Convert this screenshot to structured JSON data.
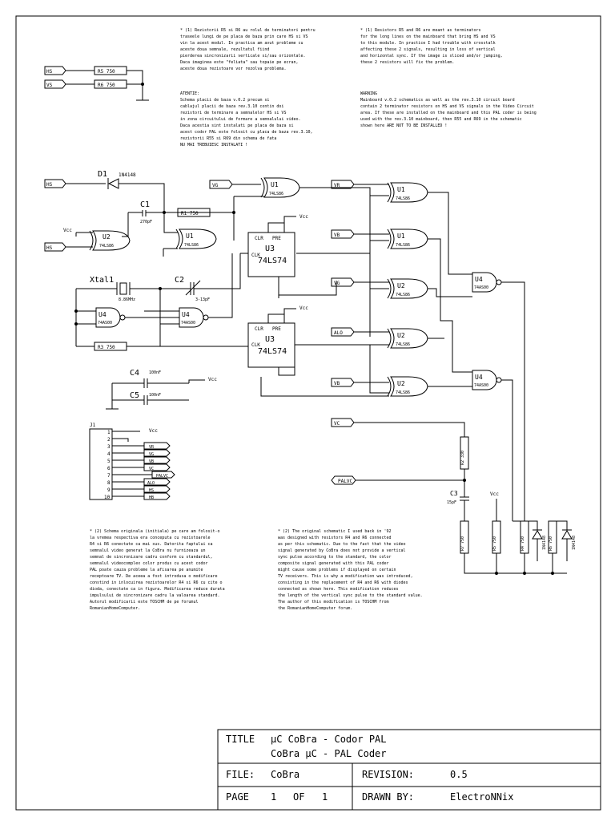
{
  "notes": {
    "ro_1": [
      "* (1) Rezistorii R5 si R6 au rolul de terminatori pentru",
      "traseele lungi de pe placa de baza prin care HS si VS",
      "vin la acest modul. In practica am avut probleme cu",
      "aceste doua semnale, rezultatul fiind",
      "pierderea sincronizarii verticale si/sau orizontale.",
      "   Daca imaginea este \"feliata\" sau topaie pe ecran,",
      "aceste doua rezistoare vor rezolva problema."
    ],
    "ro_warning": [
      "ATENTIE:",
      "Schema placii de baza v.0.2 precum si",
      "cablajul placii de baza rev.3.10 contin doi",
      "rezistori de terminare a semnalelor HS si VS",
      "in zona circuitului de formare a semnalului video.",
      "Daca acestia sint instalati pe placa de baza si",
      "acest codor PAL este folosit cu placa de baza rev.3.10,",
      "rezistorii R55 si R69 din schema de fata",
      "NU MAI TREBUIESC INSTALATI !"
    ],
    "en_1": [
      "* (1) Resistors R5 and R6 are meant as terminators",
      "for the long lines on the mainboard that bring HS and VS",
      "to this module.  In practice I had trouble with crosstalk",
      "affecting these 2 signals, resulting in loss of vertical",
      "and horizontal sync.  If the image is sliced and/or jumping,",
      "these 2 resistors will fix the problem."
    ],
    "en_warning": [
      "WARNING",
      "Mainboard v.0.2 schematics as well as the rev.3.10 circuit board",
      "contain 2 terminator resistors on HS and VS signals in the Video Circuit",
      "area.  If these are installed on the mainboard and this PAL coder is being",
      "used with the rev.3.10 mainboard, then R55 and R69 in the schematic",
      "shown here ARE NOT TO BE INSTALLED !"
    ],
    "ro_2": [
      "* (2) Schema originala (initiala) pe care am folosit-o",
      "la vremea respectiva era conceputa cu rezistoarele",
      "R4 si R6 conectate ca mai sus. Datorita faptului ca",
      "semnalul video generat la CoBra nu furnizeaza un",
      "semnal de sincronizare cadru conform cu standardul,",
      "semnalul videocomplex color produs cu acest codor",
      "PAL poate cauza probleme la afisarea pe anumite",
      "receptoare TV. De aceea a fost introdusa o modificare",
      "constind in inlocuirea rezistoarelor R4 si R6 cu cite o",
      "dioda, conectate ca in figura. Modificarea reduce durata",
      "impulsului de sincronizare cadru la valoarea standard.",
      "Autorul modificarii este TOSCHM de pe forumul",
      "RomanianHomeComputer."
    ],
    "en_2": [
      "* (2) The original schematic I used back in '92",
      "was designed with resistors R4 and R6 connected",
      "as per this schematic. Due to the fact that the video",
      "signal generated by CoBra does not provide a vertical",
      "sync pulse according to the standard, the color",
      "composite signal generated with this PAL coder",
      "might cause some problems if displayed on certain",
      "TV receivers. This is why a modification was introduced,",
      "consisting in the replacement of R4 and R6 with diodes",
      "connected as shown here. This modification reduces",
      "the length of the vertical sync pulse to the standard value.",
      "The author of this modification is TOSCHM from",
      "the RomanianHomeComputer forum."
    ]
  },
  "inputs": {
    "hs": "HS",
    "vs": "VS",
    "vr": "VR",
    "vg": "VG",
    "vb": "VB",
    "alo": "ALO",
    "vc": "VC",
    "palvc": "PALVC",
    "vcc": "Vcc"
  },
  "components": {
    "d1": "D1",
    "d1_part": "1N4148",
    "r1": "R1  750",
    "r3": "R3  750",
    "r5": "R5  750",
    "r6": "R6  750",
    "r2": "R2 330",
    "r4": "R4 750",
    "r5b": "R5 750",
    "r6b": "R6 750",
    "r7": "R7 750",
    "c1": "C1",
    "c1_val": "270pF",
    "c2": "C2",
    "c2_val": "3-13pF",
    "c3": "C3",
    "c3_val": "15pF",
    "c4": "C4",
    "c4_val": "100nF",
    "c5": "C5",
    "c5_val": "100nF",
    "xtal": "Xtal1",
    "xtal_val": "8.86MHz",
    "diode_a": "1N4148",
    "diode_b": "1N4148",
    "j1": "J1",
    "u1": "U1",
    "u2": "U2",
    "u3": "U3",
    "u4": "U4",
    "ls86": "74LS86",
    "ls74": "74LS74",
    "as00": "74AS00",
    "clr": "CLR",
    "pre": "PRE",
    "clk": "CLK"
  },
  "connector": {
    "pins": [
      "1",
      "2",
      "3",
      "4",
      "5",
      "6",
      "7",
      "8",
      "9",
      "10"
    ],
    "signals": [
      "VR",
      "VG",
      "VB",
      "VC",
      "PALVC",
      "ALO",
      "HS",
      "HB"
    ]
  },
  "title_block": {
    "title_label": "TITLE",
    "title_line1": "µC CoBra - Codor PAL",
    "title_line2": "CoBra µC - PAL Coder",
    "file_label": "FILE:",
    "file_value": "CoBra",
    "revision_label": "REVISION:",
    "revision_value": "0.5",
    "page_label": "PAGE",
    "page_num": "1",
    "of_label": "OF",
    "page_total": "1",
    "drawn_label": "DRAWN BY:",
    "drawn_value": "ElectroNNix"
  }
}
